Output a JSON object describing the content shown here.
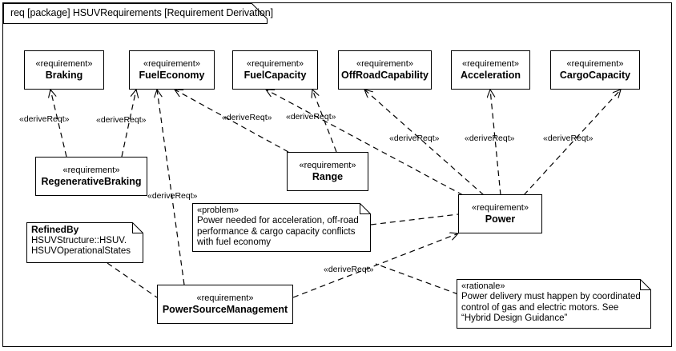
{
  "diagram": {
    "header": "req [package] HSUVRequirements [Requirement Derivation]",
    "kind": "SysML Requirement Diagram"
  },
  "stereotypes": {
    "requirement": "«requirement»",
    "problem": "«problem»",
    "rationale": "«rationale»",
    "deriveReqt": "«deriveReqt»"
  },
  "requirements": [
    {
      "id": "braking",
      "stereotype": "«requirement»",
      "name": "Braking"
    },
    {
      "id": "fueleconomy",
      "stereotype": "«requirement»",
      "name": "FuelEconomy"
    },
    {
      "id": "fuelcapacity",
      "stereotype": "«requirement»",
      "name": "FuelCapacity"
    },
    {
      "id": "offroad",
      "stereotype": "«requirement»",
      "name": "OffRoadCapability"
    },
    {
      "id": "acceleration",
      "stereotype": "«requirement»",
      "name": "Acceleration"
    },
    {
      "id": "cargocapacity",
      "stereotype": "«requirement»",
      "name": "CargoCapacity"
    },
    {
      "id": "regenbraking",
      "stereotype": "«requirement»",
      "name": "RegenerativeBraking"
    },
    {
      "id": "range",
      "stereotype": "«requirement»",
      "name": "Range"
    },
    {
      "id": "power",
      "stereotype": "«requirement»",
      "name": "Power"
    },
    {
      "id": "powersourcemgmt",
      "stereotype": "«requirement»",
      "name": "PowerSourceManagement"
    }
  ],
  "notes": {
    "refinedby": {
      "title": "RefinedBy",
      "line1": "HSUVStructure::HSUV.",
      "line2": "HSUVOperationalStates"
    },
    "problem": {
      "stereotype": "«problem»",
      "line1": "Power needed for acceleration, off-road",
      "line2": "performance & cargo capacity conflicts",
      "line3": "with fuel economy"
    },
    "rationale": {
      "stereotype": "«rationale»",
      "line1": "Power delivery must happen by coordinated",
      "line2": "control of gas and electric motors. See",
      "line3": "“Hybrid Design Guidance”"
    }
  },
  "edge_labels": {
    "l1": "«deriveReqt»",
    "l2": "«deriveReqt»",
    "l3": "«deriveReqt»",
    "l4": "«deriveReqt»",
    "l5": "«deriveReqt»",
    "l6": "«deriveReqt»",
    "l7": "«deriveReqt»",
    "l8": "«deriveReqt»",
    "l9": "«deriveReqt»"
  },
  "colors": {
    "line": "#000000",
    "background": "#ffffff",
    "text": "#000000"
  }
}
